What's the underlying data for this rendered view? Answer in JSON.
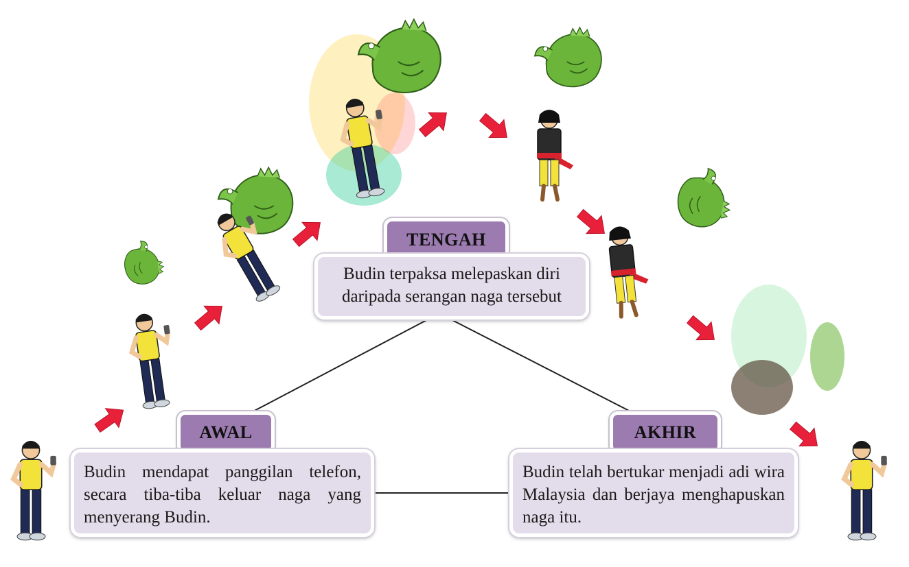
{
  "stages": {
    "tengah": {
      "label": "TENGAH",
      "text": "Budin terpaksa melepaskan diri daripada serangan naga tersebut"
    },
    "awal": {
      "label": "AWAL",
      "text": "Budin mendapat panggilan telefon, secara tiba-tiba keluar naga yang menyerang Budin."
    },
    "akhir": {
      "label": "AKHIR",
      "text": "Budin telah bertukar menjadi adi wira Malaysia dan berjaya menghapuskan naga itu."
    }
  },
  "colors": {
    "label_fill": "#9b7bb0",
    "box_fill": "#e3dcea",
    "arrow": "#e8203a",
    "dragon": "#6ab53a",
    "shirt": "#f2e23a",
    "trousers": "#1f2a55"
  }
}
